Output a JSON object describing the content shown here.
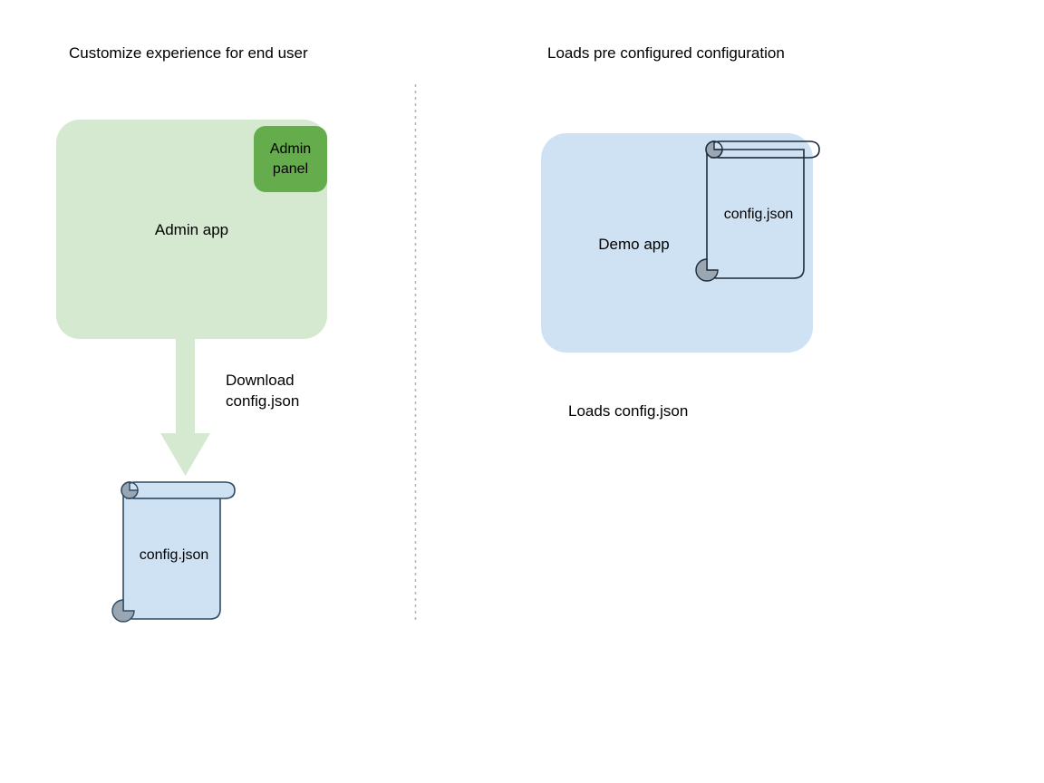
{
  "diagram": {
    "title_left": "Customize experience for end user",
    "title_right": "Loads pre configured configuration",
    "admin_app": {
      "label": "Admin app",
      "panel_label": "Admin\npanel",
      "fill": "#d5e8d0",
      "panel_fill": "#65ac4c"
    },
    "demo_app": {
      "label": "Demo app",
      "fill": "#cfe2f3"
    },
    "arrow": {
      "label_line1": "Download",
      "label_line2": "config.json",
      "fill": "#d5e8d0",
      "direction": "down"
    },
    "scroll_left": {
      "label": "config.json",
      "fill": "#cfe2f3",
      "stroke": "#2f4a63",
      "roll_fill": "#9aa7b3"
    },
    "scroll_right": {
      "label": "config.json",
      "fill": "none",
      "stroke": "#1d2b3a",
      "roll_fill": "#9aa7b3"
    },
    "caption_right": "Loads config.json",
    "divider": {
      "style": "dotted",
      "color": "#b9b9b9"
    }
  }
}
